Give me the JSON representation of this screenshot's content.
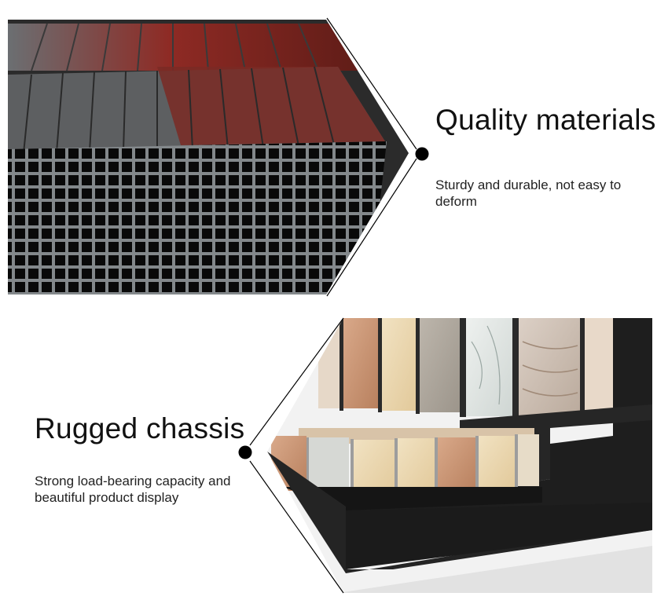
{
  "features": [
    {
      "title": "Quality materials",
      "description": "Sturdy and durable, not easy to deform",
      "photo_icon": "metal-square-tubes-photo"
    },
    {
      "title": "Rugged chassis",
      "description": "Strong load-bearing capacity and beautiful product display",
      "photo_icon": "stone-sample-display-rack-photo"
    }
  ],
  "colors": {
    "accent": "#000000",
    "background": "#ffffff",
    "metal_dark": "#1a1a1a",
    "metal_red": "#8b2a22",
    "rack_black": "#1e1e1e"
  }
}
